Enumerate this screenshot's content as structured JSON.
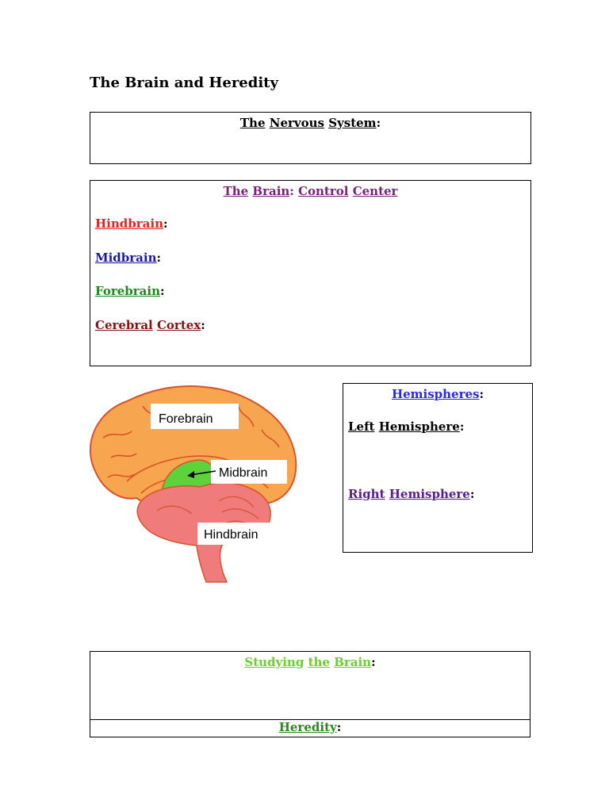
{
  "title": "The Brain and Heredity",
  "nervous_system": {
    "w1": "The",
    "w2": "Nervous",
    "w3": "System",
    "colon": ":"
  },
  "brain_box": {
    "heading": {
      "w1": "The",
      "w2": "Brain",
      "sep": ": ",
      "w3": "Control",
      "w4": "Center"
    },
    "hindbrain": "Hindbrain",
    "midbrain": "Midbrain",
    "forebrain": "Forebrain",
    "cerebral": "Cerebral",
    "cortex": "Cortex",
    "colon": ":"
  },
  "diagram": {
    "labels": {
      "forebrain": "Forebrain",
      "midbrain": "Midbrain",
      "hindbrain": "Hindbrain"
    },
    "colors": {
      "cerebrum": "#f7a54e",
      "midbrain": "#5cd33b",
      "hindbrain": "#f07b7b",
      "outline": "#d9522a"
    }
  },
  "hemispheres": {
    "heading": "Hemispheres",
    "left_w1": "Left",
    "left_w2": "Hemisphere",
    "right_w1": "Right",
    "right_w2": "Hemisphere",
    "colon": ":"
  },
  "studying": {
    "w1": "Studying",
    "w2": "the",
    "w3": "Brain",
    "colon": ":"
  },
  "heredity": {
    "label": "Heredity",
    "colon": ":"
  },
  "colors": {
    "hindbrain": "#ee1c1c",
    "midbrain": "#1a1aa6",
    "forebrain": "#1a8a1a",
    "cortex": "#8b1111",
    "brain_heading": "#7a1f7a",
    "hemispheres": "#2828ee",
    "right_hemisphere": "#5a1a9a",
    "studying": "#6bd02a",
    "heredity": "#2b8a1e"
  }
}
